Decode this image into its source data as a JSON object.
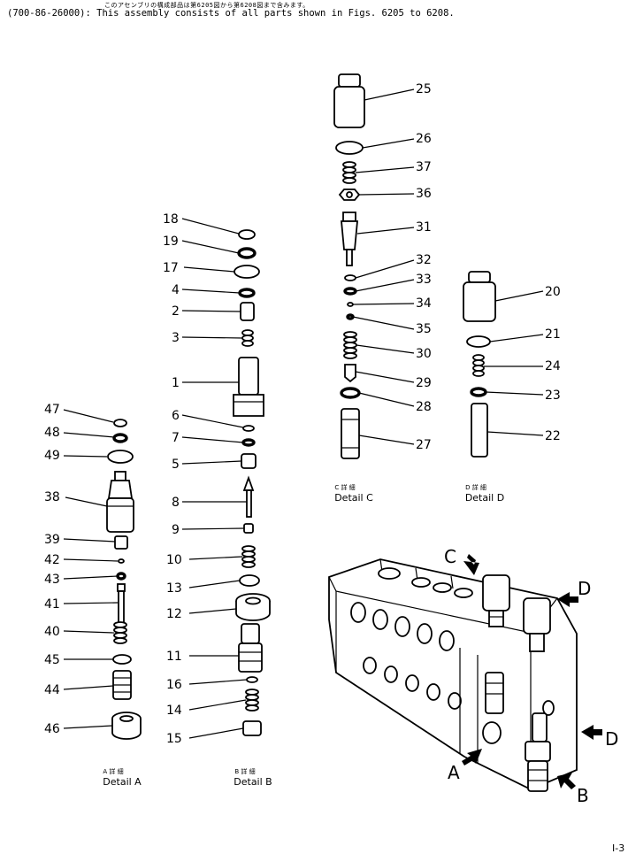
{
  "header": {
    "japanese_note": "このアセンブリの構成部品は第6205図から第6208図まで含みます。",
    "english_note": "(700-86-26000): This assembly consists of all parts shown in Figs. 6205 to 6208."
  },
  "details": {
    "a": {
      "jp": "A 詳 細",
      "en": "Detail A"
    },
    "b": {
      "jp": "B 詳 細",
      "en": "Detail B"
    },
    "c": {
      "jp": "C 詳 細",
      "en": "Detail C"
    },
    "d": {
      "jp": "D 詳 細",
      "en": "Detail D"
    }
  },
  "view_arrows": {
    "a": "A",
    "b": "B",
    "c": "C",
    "d1": "D",
    "d2": "D"
  },
  "callouts": {
    "p1": "1",
    "p2": "2",
    "p3": "3",
    "p4": "4",
    "p5": "5",
    "p6": "6",
    "p7": "7",
    "p8": "8",
    "p9": "9",
    "p10": "10",
    "p11": "11",
    "p12": "12",
    "p13": "13",
    "p14": "14",
    "p15": "15",
    "p16": "16",
    "p17": "17",
    "p18": "18",
    "p19": "19",
    "p20": "20",
    "p21": "21",
    "p22": "22",
    "p23": "23",
    "p24": "24",
    "p25": "25",
    "p26": "26",
    "p27": "27",
    "p28": "28",
    "p29": "29",
    "p30": "30",
    "p31": "31",
    "p32": "32",
    "p33": "33",
    "p34": "34",
    "p35": "35",
    "p36": "36",
    "p37": "37",
    "p38": "38",
    "p39": "39",
    "p40": "40",
    "p41": "41",
    "p42": "42",
    "p43": "43",
    "p44": "44",
    "p45": "45",
    "p46": "46",
    "p47": "47",
    "p48": "48",
    "p49": "49"
  },
  "page_number": "I-3"
}
